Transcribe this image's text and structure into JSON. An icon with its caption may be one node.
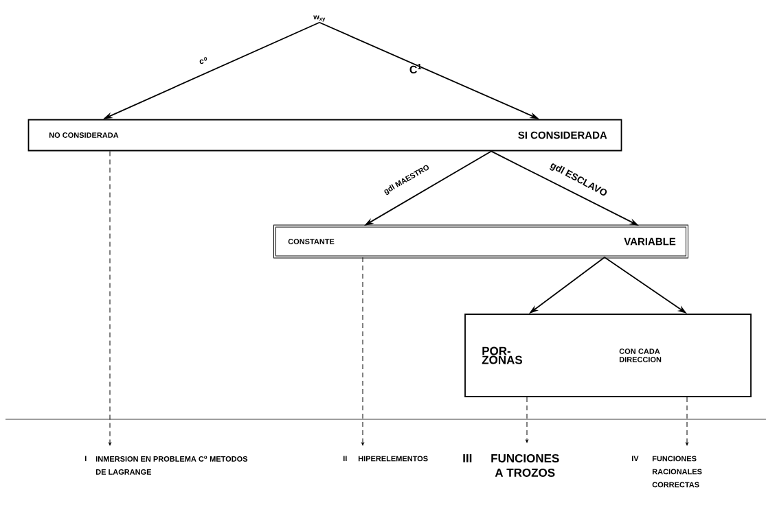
{
  "diagram": {
    "nodes": [
      {
        "text": [
          "w$_{xy}$"
        ]
      },
      {
        "text": [
          "NO CONSIDERADA",
          "SI CONSIDERADA"
        ]
      },
      {
        "text": [
          "CONSTANTE",
          "VARIABLE"
        ]
      },
      {
        "text": [
          "POR- ZONAS",
          "CON CADA DIRECCION"
        ]
      },
      {
        "text": [
          "I",
          "INMERSION EN PROBLEMA C$^{o}$ METODOS DE LAGRANGE"
        ]
      },
      {
        "text": [
          "II",
          "HIPERELEMENTOS"
        ]
      },
      {
        "text": [
          "III",
          "FUNCIONES A TROZOS"
        ]
      },
      {
        "text": [
          "IV",
          "FUNCIONES RACIONALES CORRECTAS"
        ]
      }
    ],
    "edges": [
      {
        "from": 0,
        "to": 1,
        "arrow": "to",
        "label": "c$^{0}$"
      },
      {
        "from": 0,
        "to": 1,
        "arrow": "to",
        "label": "C$^{1}$"
      },
      {
        "from": 1,
        "to": 2,
        "arrow": "to",
        "label": "gdl MAESTRO"
      },
      {
        "from": 1,
        "to": 2,
        "arrow": "to",
        "label": "gdl ESCLAVO"
      },
      {
        "from": 2,
        "to": 3,
        "arrow": "to"
      },
      {
        "from": 2,
        "to": 3,
        "arrow": "to"
      },
      {
        "from": 1,
        "to": 4,
        "arrow": "to",
        "style": "dashed"
      },
      {
        "from": 2,
        "to": 5,
        "arrow": "to",
        "style": "dashed"
      },
      {
        "from": 3,
        "to": 6,
        "arrow": "to",
        "style": "dashed"
      },
      {
        "from": 3,
        "to": 7,
        "arrow": "to",
        "style": "dashed"
      }
    ]
  }
}
